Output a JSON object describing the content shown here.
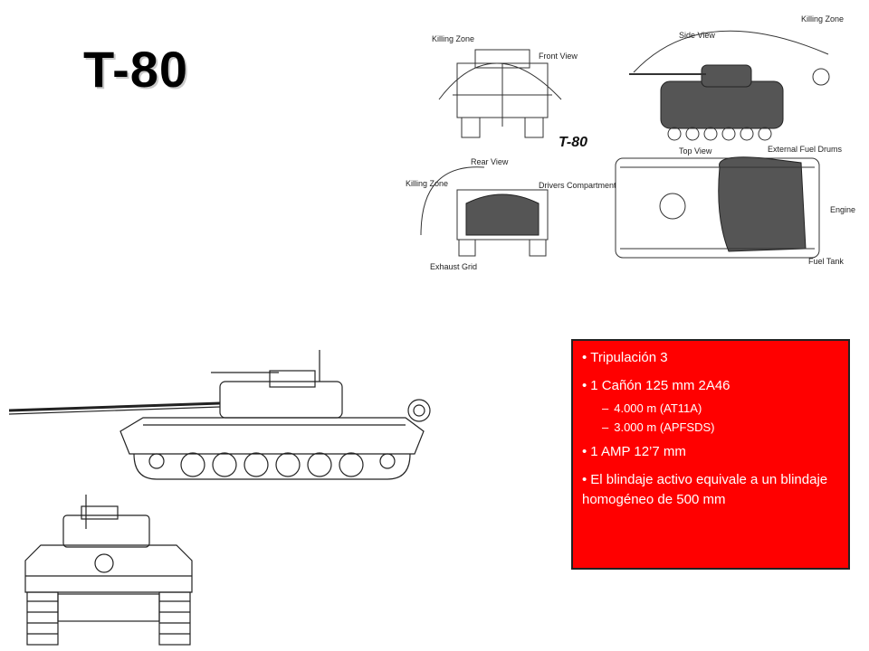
{
  "title": "T-80",
  "diagram": {
    "center_label": "T-80",
    "labels": {
      "killing_zone_left": "Killing Zone",
      "front_view": "Front View",
      "side_view": "Side View",
      "killing_zone_right": "Killing Zone",
      "rear_view": "Rear View",
      "killing_zone_rear": "Killing Zone",
      "drivers_compartment": "Drivers Compartment",
      "top_view": "Top View",
      "external_fuel_drums": "External Fuel Drums",
      "engine": "Engine",
      "fuel_tank": "Fuel Tank",
      "exhaust_grid": "Exhaust Grid"
    }
  },
  "specs": {
    "crew": "Tripulación 3",
    "gun": "1 Cañón 125 mm 2A46",
    "gun_range_at11a": "4.000 m (AT11A)",
    "gun_range_apfsds": "3.000 m (APFSDS)",
    "mg": "1 AMP 12’7 mm",
    "armor": "El blindaje activo equivale a un blindaje homogéneo de 500 mm"
  },
  "colors": {
    "specs_bg": "#ff0000",
    "specs_text": "#ffffff",
    "shaded": "#555555"
  }
}
